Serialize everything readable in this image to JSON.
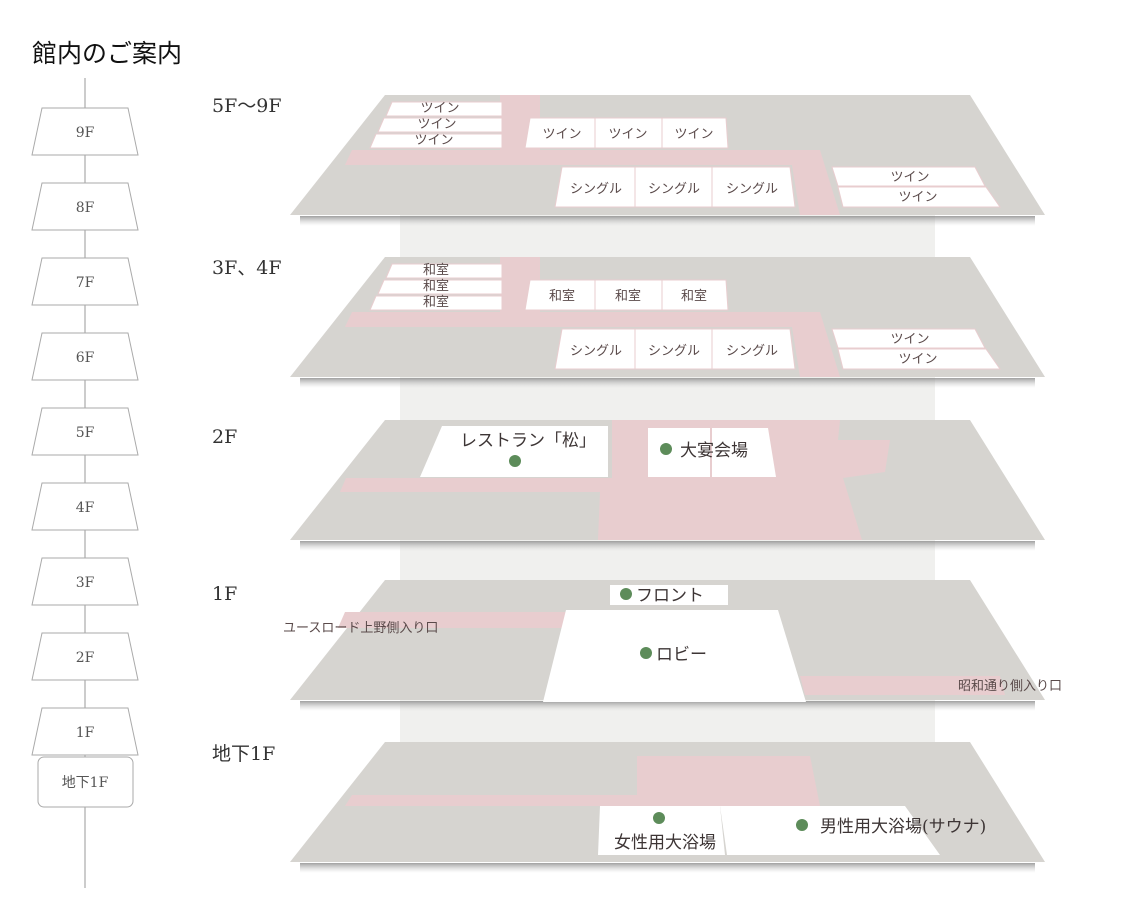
{
  "title": "館内のご案内",
  "nav": [
    "9F",
    "8F",
    "7F",
    "6F",
    "5F",
    "4F",
    "3F",
    "2F",
    "1F",
    "地下1F"
  ],
  "colors": {
    "floor": "#d6d4d0",
    "corridor": "#e8cdcf",
    "room": "#ffffff",
    "marker": "#5d8c5a",
    "shaft": "#f0f0ee"
  },
  "floors": {
    "f5_9": {
      "label": "5F〜9F",
      "twin": "ツイン",
      "single": "シングル"
    },
    "f3_4": {
      "label": "3F、4F",
      "washitsu": "和室",
      "twin": "ツイン",
      "single": "シングル"
    },
    "f2": {
      "label": "2F",
      "restaurant": "レストラン「松」",
      "banquet": "大宴会場"
    },
    "f1": {
      "label": "1F",
      "front": "フロント",
      "lobby": "ロビー",
      "entrance_left": "ユースロード上野側入り口",
      "entrance_right": "昭和通り側入り口"
    },
    "b1": {
      "label": "地下1F",
      "women_bath": "女性用大浴場",
      "men_bath": "男性用大浴場(サウナ)"
    }
  }
}
